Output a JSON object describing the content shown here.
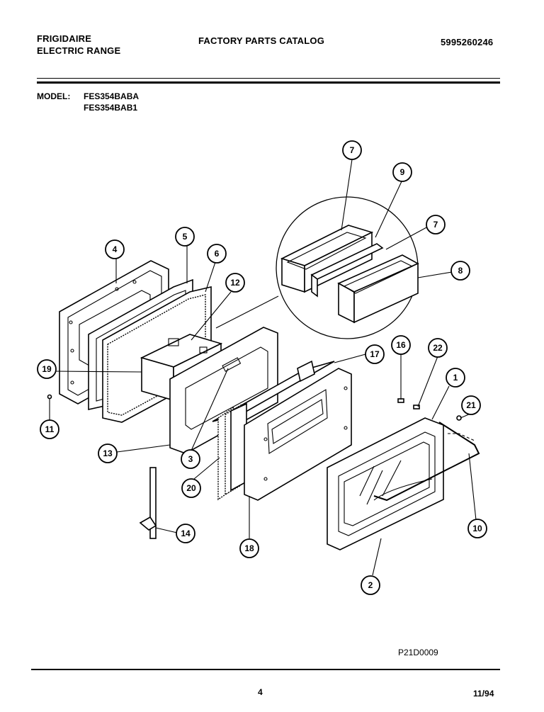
{
  "header": {
    "brand": "FRIGIDAIRE",
    "product": "ELECTRIC RANGE",
    "catalog": "FACTORY PARTS CATALOG",
    "catalog_number": "5995260246"
  },
  "model": {
    "label": "MODEL:",
    "numbers": [
      "FES354BABA",
      "FES354BAB1"
    ]
  },
  "diagram": {
    "callouts": [
      "7",
      "9",
      "7",
      "8",
      "5",
      "4",
      "6",
      "12",
      "19",
      "11",
      "17",
      "16",
      "22",
      "1",
      "21",
      "13",
      "3",
      "20",
      "14",
      "18",
      "10",
      "2"
    ]
  },
  "footer": {
    "drawing_id": "P21D0009",
    "page_number": "4",
    "date": "11/94"
  }
}
